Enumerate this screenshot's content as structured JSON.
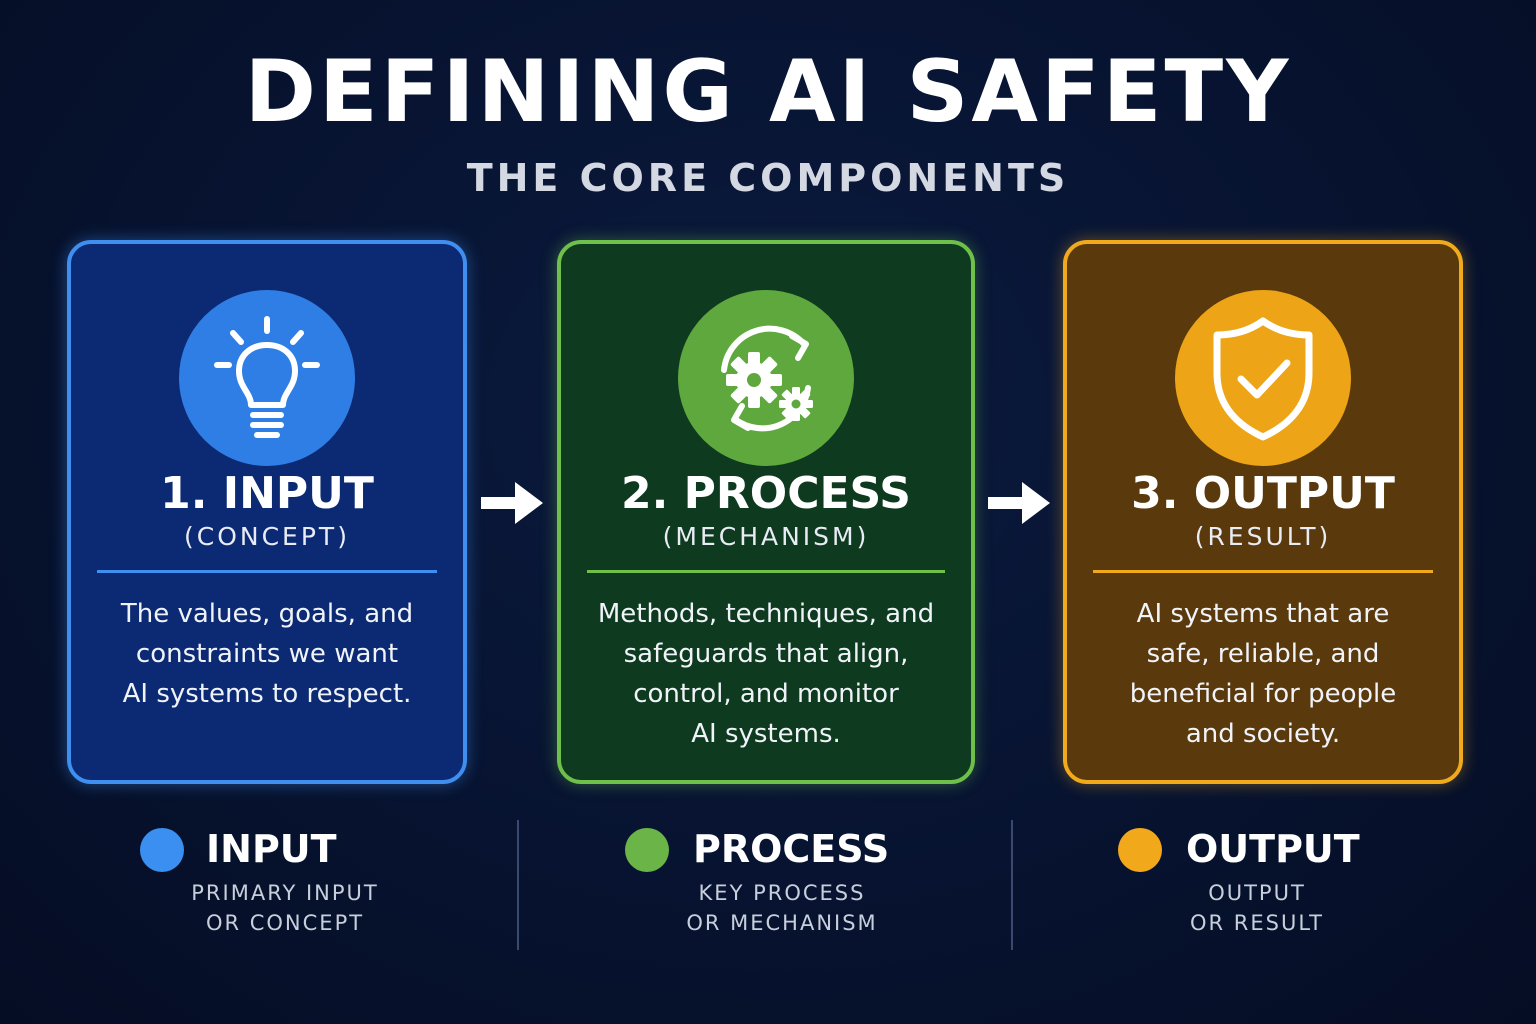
{
  "header": {
    "title": "DEFINING AI SAFETY",
    "subtitle": "THE CORE COMPONENTS"
  },
  "cards": [
    {
      "title": "1. INPUT",
      "subtitle": "(CONCEPT)",
      "description": [
        "The values, goals, and",
        "constraints we want",
        "AI systems to respect."
      ],
      "icon": "lightbulb-icon",
      "color": "#3f8ef0"
    },
    {
      "title": "2. PROCESS",
      "subtitle": "(MECHANISM)",
      "description": [
        "Methods, techniques, and",
        "safeguards that align,",
        "control, and monitor",
        "AI systems."
      ],
      "icon": "gears-cycle-icon",
      "color": "#6ec04a"
    },
    {
      "title": "3. OUTPUT",
      "subtitle": "(RESULT)",
      "description": [
        "AI systems that are",
        "safe, reliable, and",
        "beneficial for people",
        "and society."
      ],
      "icon": "shield-check-icon",
      "color": "#f0aa1c"
    }
  ],
  "flow_arrows": [
    "arrow-right-icon",
    "arrow-right-icon"
  ],
  "legend": [
    {
      "title": "INPUT",
      "line1": "PRIMARY INPUT",
      "line2": "OR CONCEPT",
      "color": "#3b8ff0"
    },
    {
      "title": "PROCESS",
      "line1": "KEY PROCESS",
      "line2": "OR MECHANISM",
      "color": "#6bb548"
    },
    {
      "title": "OUTPUT",
      "line1": "OUTPUT",
      "line2": "OR RESULT",
      "color": "#f1a81b"
    }
  ]
}
